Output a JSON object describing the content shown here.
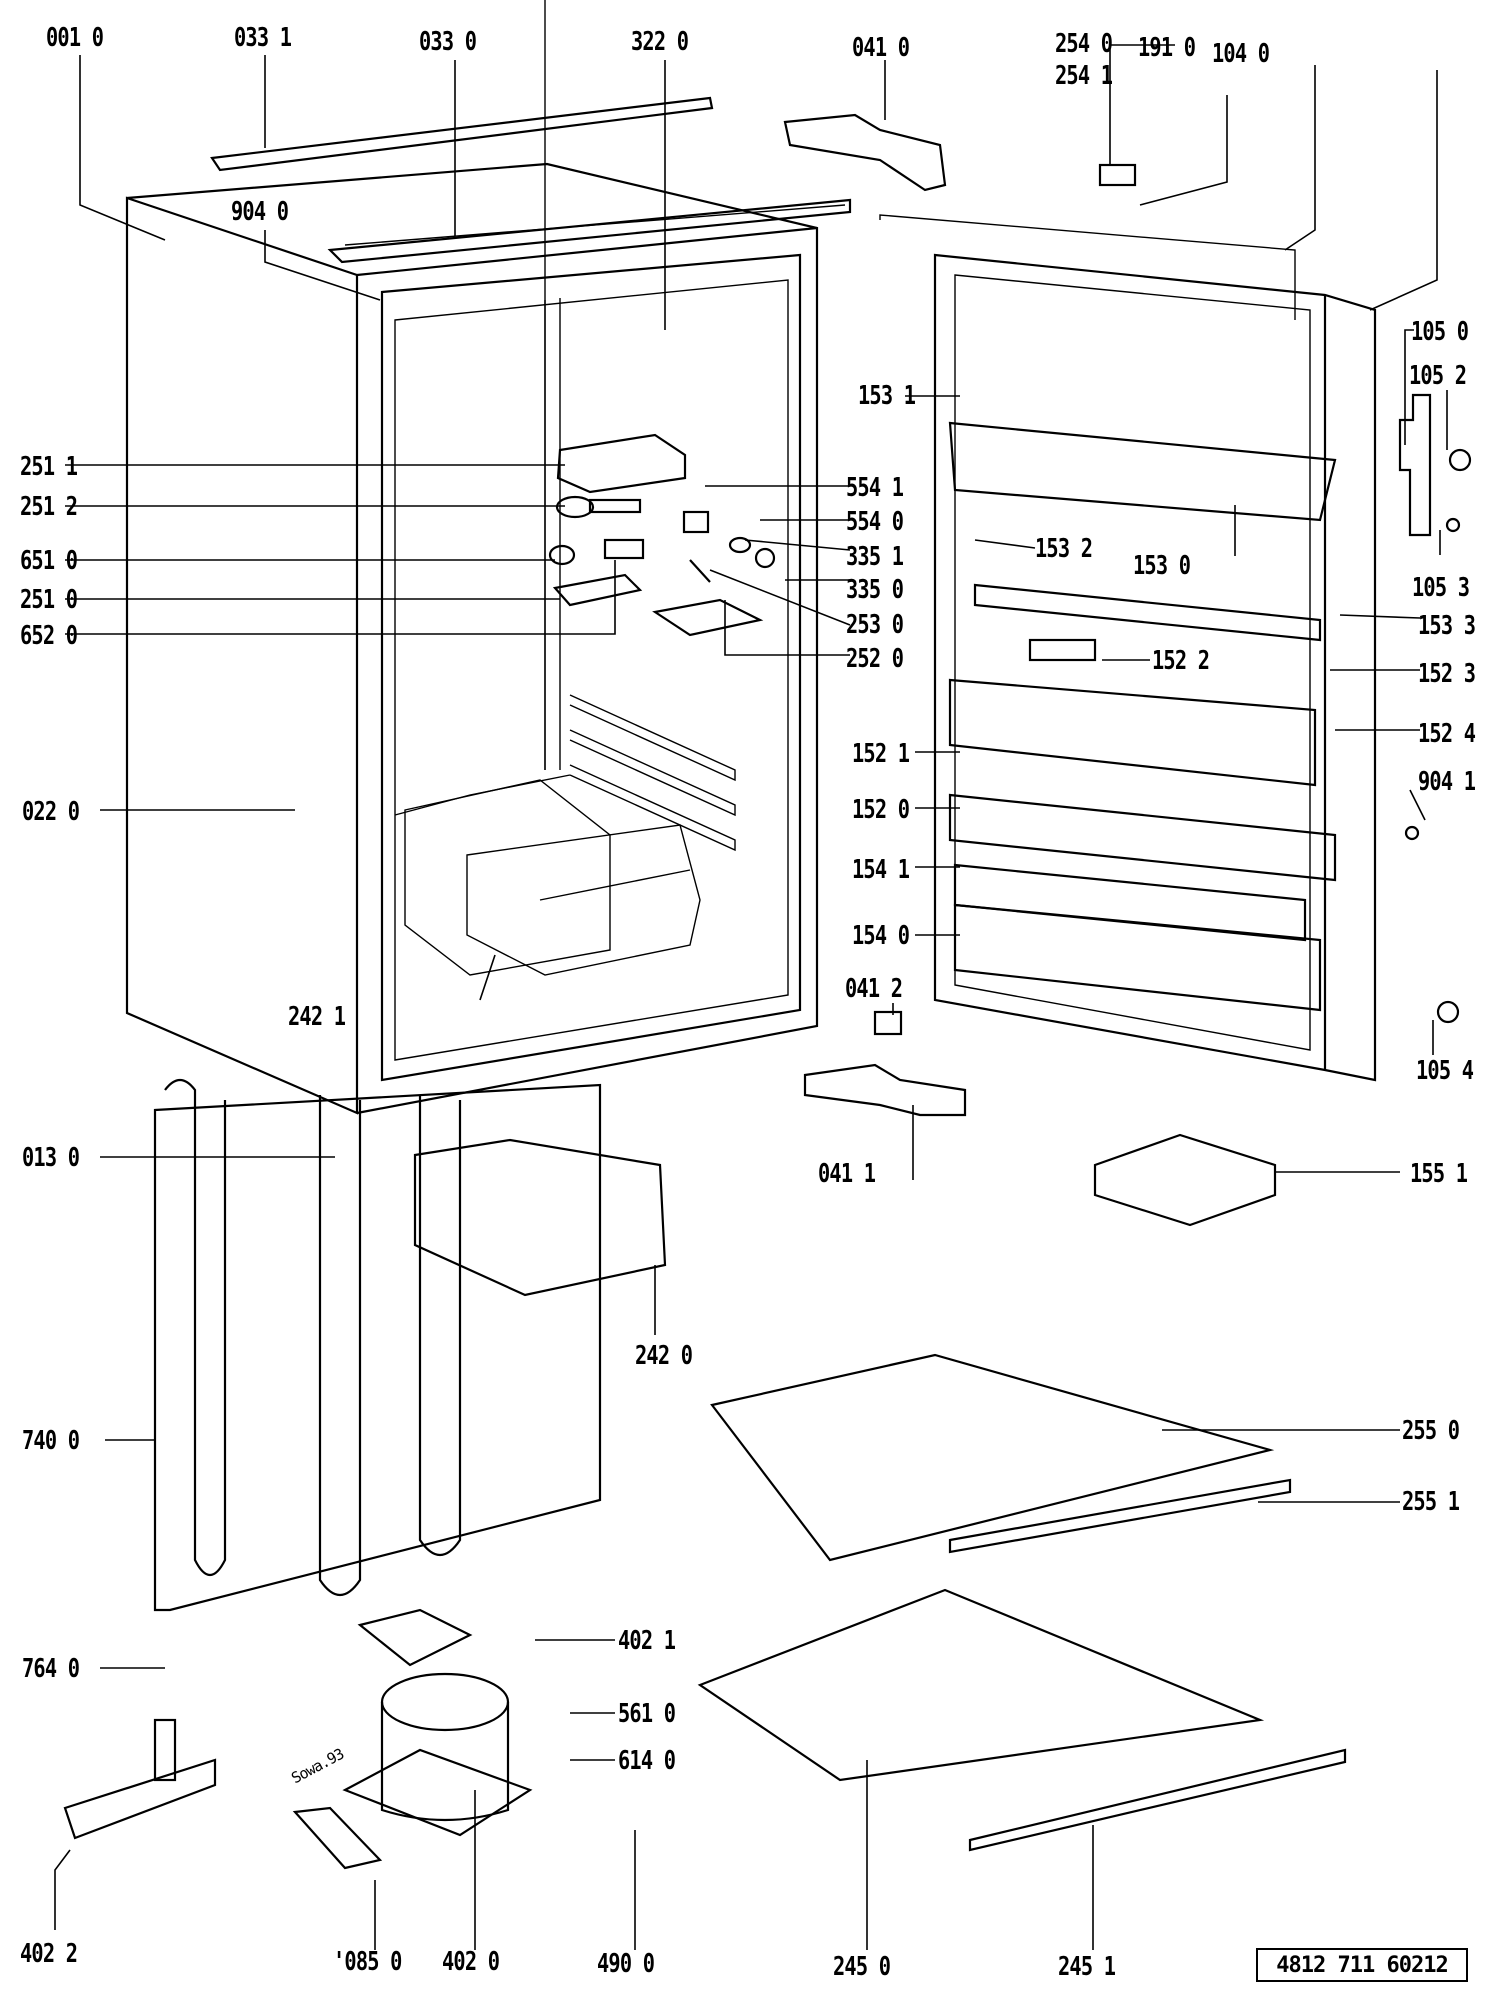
{
  "diagram": {
    "title": "Refrigerator exploded parts diagram",
    "document_number": "4812 711 60212",
    "stamp_text": "Sowa.93",
    "labels": [
      {
        "id": "001-0",
        "text": "001 0"
      },
      {
        "id": "033-1",
        "text": "033 1"
      },
      {
        "id": "033-0",
        "text": "033 0"
      },
      {
        "id": "322-0",
        "text": "322 0"
      },
      {
        "id": "904-0",
        "text": "904 0"
      },
      {
        "id": "041-0",
        "text": "041 0"
      },
      {
        "id": "254-0",
        "text": "254 0"
      },
      {
        "id": "254-1",
        "text": "254 1"
      },
      {
        "id": "191-0",
        "text": "191 0"
      },
      {
        "id": "104-0",
        "text": "104 0"
      },
      {
        "id": "105-0",
        "text": "105 0"
      },
      {
        "id": "105-2",
        "text": "105 2"
      },
      {
        "id": "153-1",
        "text": "153 1"
      },
      {
        "id": "251-1",
        "text": "251 1"
      },
      {
        "id": "251-2",
        "text": "251 2"
      },
      {
        "id": "651-0",
        "text": "651 0"
      },
      {
        "id": "251-0",
        "text": "251 0"
      },
      {
        "id": "652-0",
        "text": "652 0"
      },
      {
        "id": "554-1",
        "text": "554 1"
      },
      {
        "id": "554-0",
        "text": "554 0"
      },
      {
        "id": "335-1",
        "text": "335 1"
      },
      {
        "id": "335-0",
        "text": "335 0"
      },
      {
        "id": "253-0",
        "text": "253 0"
      },
      {
        "id": "252-0",
        "text": "252 0"
      },
      {
        "id": "153-2",
        "text": "153 2"
      },
      {
        "id": "153-0",
        "text": "153 0"
      },
      {
        "id": "105-3",
        "text": "105 3"
      },
      {
        "id": "153-3",
        "text": "153 3"
      },
      {
        "id": "152-2",
        "text": "152 2"
      },
      {
        "id": "152-3",
        "text": "152 3"
      },
      {
        "id": "152-4",
        "text": "152 4"
      },
      {
        "id": "152-1",
        "text": "152 1"
      },
      {
        "id": "904-1",
        "text": "904 1"
      },
      {
        "id": "152-0",
        "text": "152 0"
      },
      {
        "id": "154-1",
        "text": "154 1"
      },
      {
        "id": "154-0",
        "text": "154 0"
      },
      {
        "id": "022-0",
        "text": "022 0"
      },
      {
        "id": "242-1",
        "text": "242 1"
      },
      {
        "id": "041-2",
        "text": "041 2"
      },
      {
        "id": "105-4",
        "text": "105 4"
      },
      {
        "id": "013-0",
        "text": "013 0"
      },
      {
        "id": "041-1",
        "text": "041 1"
      },
      {
        "id": "155-1",
        "text": "155 1"
      },
      {
        "id": "242-0",
        "text": "242 0"
      },
      {
        "id": "740-0",
        "text": "740 0"
      },
      {
        "id": "255-0",
        "text": "255 0"
      },
      {
        "id": "255-1",
        "text": "255 1"
      },
      {
        "id": "402-1",
        "text": "402 1"
      },
      {
        "id": "764-0",
        "text": "764 0"
      },
      {
        "id": "561-0",
        "text": "561 0"
      },
      {
        "id": "614-0",
        "text": "614 0"
      },
      {
        "id": "402-2",
        "text": "402 2"
      },
      {
        "id": "085-0",
        "text": "'085 0"
      },
      {
        "id": "402-0",
        "text": "402 0"
      },
      {
        "id": "490-0",
        "text": "490 0"
      },
      {
        "id": "245-0",
        "text": "245 0"
      },
      {
        "id": "245-1",
        "text": "245 1"
      }
    ]
  }
}
